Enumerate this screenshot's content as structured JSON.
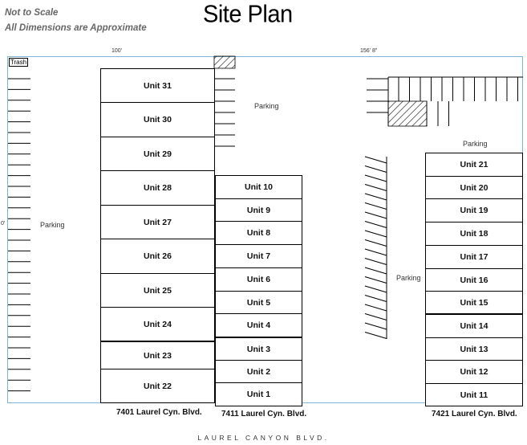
{
  "header": {
    "note_scale": "Not to Scale",
    "note_dims": "All Dimensions are Approximate",
    "title": "Site Plan"
  },
  "dimensions": {
    "top_left": "100'",
    "top_right": "156' 8\"",
    "left_edge": "0'"
  },
  "labels": {
    "trash": "Trash",
    "parking_left": "Parking",
    "parking_top_middle": "Parking",
    "parking_right_top": "Parking",
    "parking_right_middle": "Parking"
  },
  "buildings": {
    "left": {
      "address": "7401 Laurel Cyn. Blvd.",
      "units": [
        "Unit 31",
        "Unit 30",
        "Unit 29",
        "Unit 28",
        "Unit 27",
        "Unit 26",
        "Unit 25",
        "Unit 24",
        "Unit 23",
        "Unit 22"
      ]
    },
    "middle": {
      "address": "7411 Laurel Cyn. Blvd.",
      "units": [
        "Unit 10",
        "Unit 9",
        "Unit 8",
        "Unit 7",
        "Unit 6",
        "Unit 5",
        "Unit 4",
        "Unit 3",
        "Unit 2",
        "Unit 1"
      ]
    },
    "right": {
      "address": "7421 Laurel Cyn. Blvd.",
      "units": [
        "Unit 21",
        "Unit 20",
        "Unit 19",
        "Unit 18",
        "Unit 17",
        "Unit 16",
        "Unit 15",
        "Unit 14",
        "Unit 13",
        "Unit 12",
        "Unit 11"
      ]
    }
  },
  "street": "LAUREL CANYON BLVD.",
  "colors": {
    "site_border": "#7fb5d9",
    "unit_border": "#000000",
    "hatch": "#000000"
  }
}
